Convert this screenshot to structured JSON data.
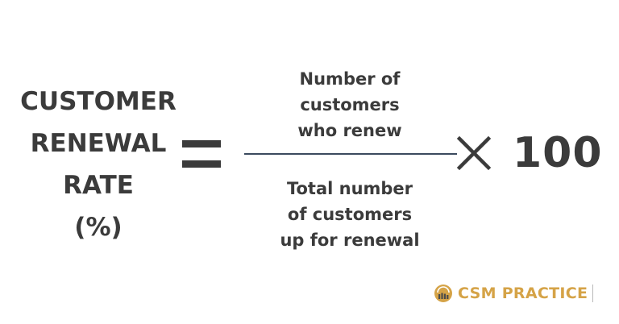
{
  "formula": {
    "lhs_lines": [
      "CUSTOMER",
      "RENEWAL",
      "RATE",
      "(%)"
    ],
    "numerator_lines": [
      "Number of",
      "customers",
      "who renew"
    ],
    "denominator_lines": [
      "Total number",
      "of customers",
      "up for renewal"
    ],
    "multiplier": "100"
  },
  "brand": {
    "name": "CSM PRACTICE",
    "icon": "csm-logo-icon",
    "color": "#d5a347"
  },
  "colors": {
    "text": "#3b3b3b",
    "fraction_line": "#3b4a5e",
    "brand": "#d5a347"
  }
}
